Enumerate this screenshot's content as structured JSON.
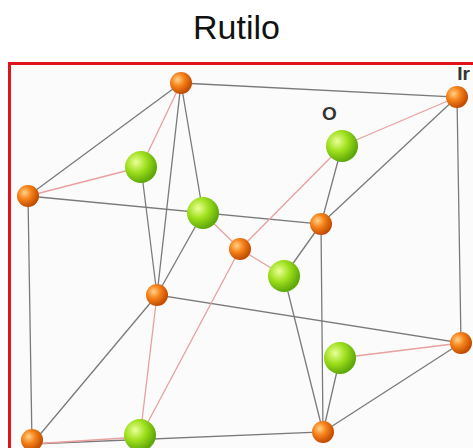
{
  "diagram": {
    "title": "Rutilo",
    "labels": [
      "O",
      "Ir"
    ]
  }
}
